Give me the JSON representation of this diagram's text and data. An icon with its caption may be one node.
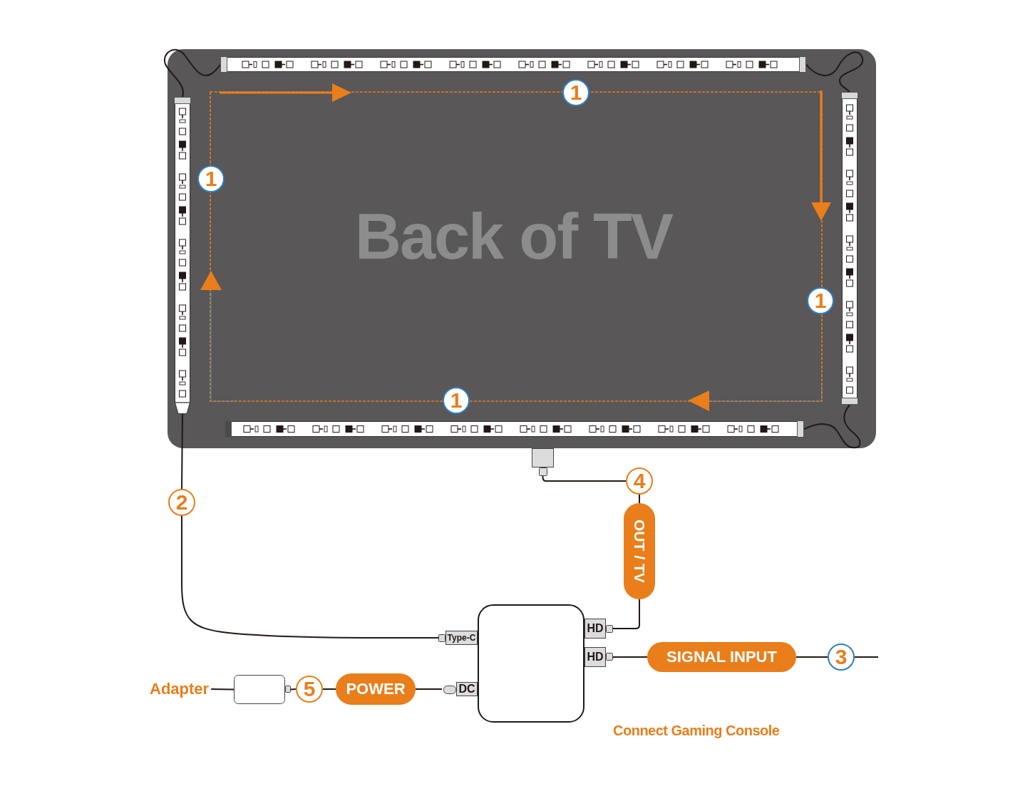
{
  "diagram": {
    "nodes": [
      {
        "text": [
          "Back of TV"
        ]
      },
      {
        "text": [],
        "shape": "bar",
        "in": 0
      },
      {
        "text": [
          "1"
        ],
        "in": 0
      },
      {
        "text": [],
        "shape": "bar",
        "in": 0
      },
      {
        "text": [],
        "shape": "bar",
        "in": 0
      },
      {
        "text": [
          "1"
        ],
        "in": 0
      },
      {
        "text": [
          "1"
        ],
        "in": 0
      },
      {
        "text": [
          "1"
        ],
        "in": 0
      },
      {
        "text": [],
        "shape": "bar",
        "in": 0
      },
      {
        "text": [],
        "shape": "box"
      },
      {
        "text": [
          "4"
        ]
      },
      {
        "text": [
          "2"
        ]
      },
      {
        "text": [
          "OUT / TV"
        ]
      },
      {
        "text": [],
        "shape": "box"
      },
      {
        "text": [
          "HD"
        ]
      },
      {
        "text": [
          "Type-C"
        ]
      },
      {
        "text": [
          "HD"
        ]
      },
      {
        "text": [
          "SIGNAL INPUT"
        ]
      },
      {
        "text": [
          "3"
        ]
      },
      {
        "text": [
          "Adapter"
        ]
      },
      {
        "text": [],
        "shape": "box"
      },
      {
        "text": [
          "5"
        ]
      },
      {
        "text": [
          "POWER"
        ]
      },
      {
        "text": [
          "DC"
        ]
      }
    ],
    "edges": [
      {
        "from": 3,
        "to": 1,
        "arrow": "none"
      },
      {
        "from": 1,
        "to": 4,
        "arrow": "none"
      },
      {
        "from": 4,
        "to": 8,
        "arrow": "none"
      },
      {
        "from": 3,
        "to": 11,
        "arrow": "none"
      },
      {
        "from": 11,
        "to": 15,
        "arrow": "none"
      },
      {
        "from": 9,
        "to": 10,
        "arrow": "none"
      },
      {
        "from": 10,
        "to": 12,
        "arrow": "none"
      },
      {
        "from": 12,
        "to": 14,
        "arrow": "none"
      },
      {
        "from": 16,
        "to": 17,
        "arrow": "none"
      },
      {
        "from": 17,
        "to": 18,
        "arrow": "none"
      },
      {
        "from": 18,
        "to": null,
        "arrow": "none"
      },
      {
        "from": 19,
        "to": 20,
        "arrow": "none"
      },
      {
        "from": 20,
        "to": 21,
        "arrow": "none"
      },
      {
        "from": 21,
        "to": 22,
        "arrow": "none"
      },
      {
        "from": 22,
        "to": 23,
        "arrow": "none"
      }
    ],
    "labels": [
      "Connect Gaming Console"
    ]
  }
}
